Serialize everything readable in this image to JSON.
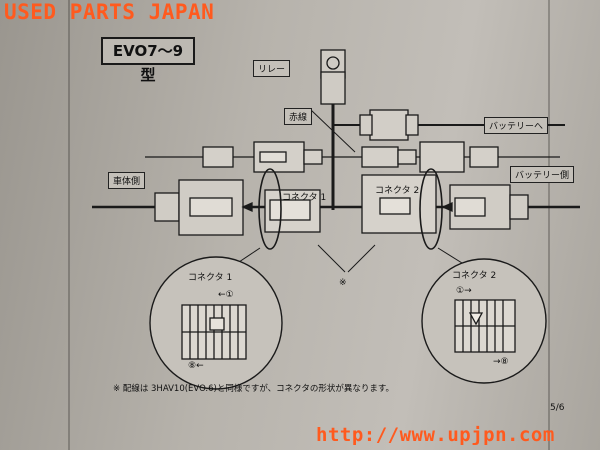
{
  "watermark": {
    "top": "USED PARTS JAPAN",
    "bottom": "http://www.upjpn.com"
  },
  "doc": {
    "title": "EVO7～9 型",
    "labels": {
      "relay": "リレー",
      "red_wire": "赤線",
      "to_battery": "バッテリーへ",
      "body_side": "車体側",
      "battery_side": "バッテリー側",
      "connector1": "コネクタ 1",
      "connector2": "コネクタ 2",
      "asterisk": "※"
    },
    "detail1": {
      "title": "コネクタ 1",
      "pin_start": "←①",
      "pin_end": "⑧←"
    },
    "detail2": {
      "title": "コネクタ 2",
      "pin_start": "①→",
      "pin_end": "→⑧"
    },
    "note": "※ 配線は 3HAV10(EVO.6)と同様ですが、コネクタの形状が異なります。",
    "page": "5/6"
  }
}
